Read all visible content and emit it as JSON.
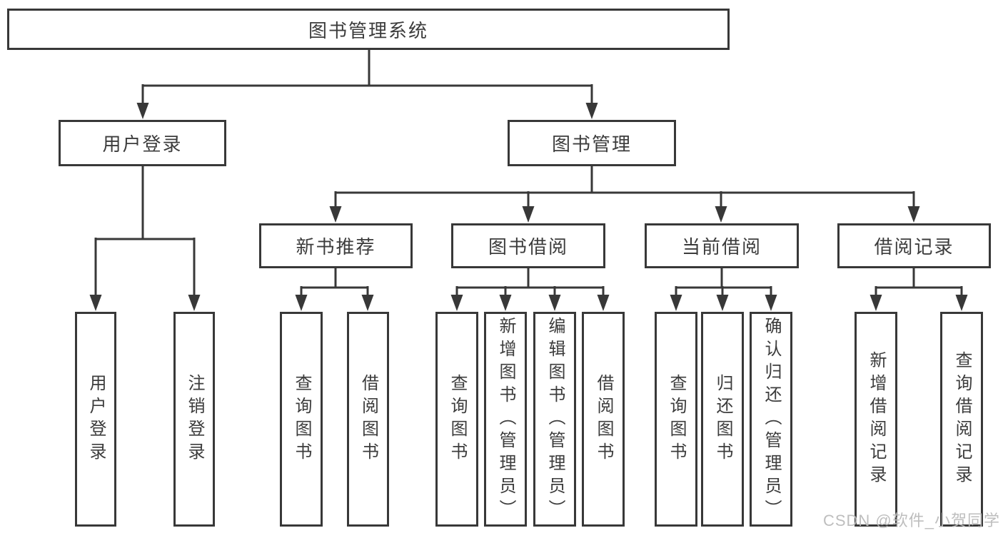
{
  "colors": {
    "line": "#383838",
    "text": "#3c3c3c",
    "background": "#ffffff",
    "watermark": "#bababa"
  },
  "watermark": {
    "text": "CSDN @软件_小贺同学"
  },
  "tree": {
    "root": {
      "label": "图书管理系统"
    },
    "branch_user": {
      "label": "用户登录",
      "children": [
        "用户登录",
        "注销登录"
      ]
    },
    "branch_books": {
      "label": "图书管理",
      "sections": [
        {
          "label": "新书推荐",
          "children": [
            "查询图书",
            "借阅图书"
          ]
        },
        {
          "label": "图书借阅",
          "children": [
            "查询图书",
            "新增图书（管理员）",
            "编辑图书（管理员）",
            "借阅图书"
          ]
        },
        {
          "label": "当前借阅",
          "children": [
            "查询图书",
            "归还图书",
            "确认归还（管理员）"
          ]
        },
        {
          "label": "借阅记录",
          "children": [
            "新增借阅记录",
            "查询借阅记录"
          ]
        }
      ]
    }
  }
}
